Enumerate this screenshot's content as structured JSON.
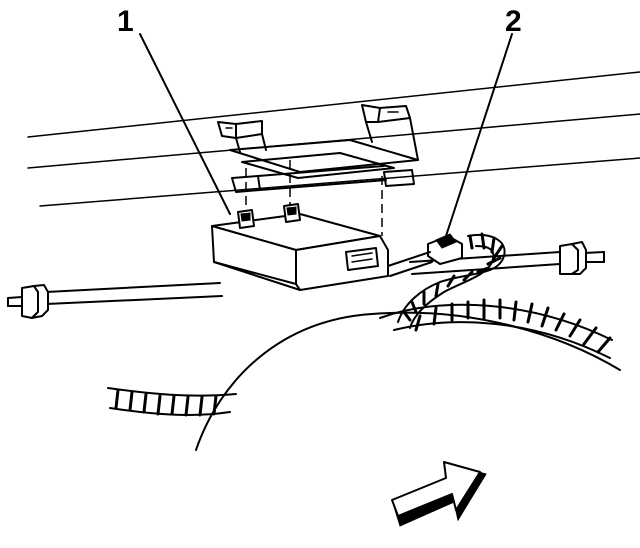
{
  "callouts": [
    {
      "id": "1",
      "label": "1"
    },
    {
      "id": "2",
      "label": "2"
    }
  ],
  "colors": {
    "line": "#000000",
    "background": "#ffffff"
  },
  "icons": {
    "direction": "arrow-forward-icon"
  }
}
